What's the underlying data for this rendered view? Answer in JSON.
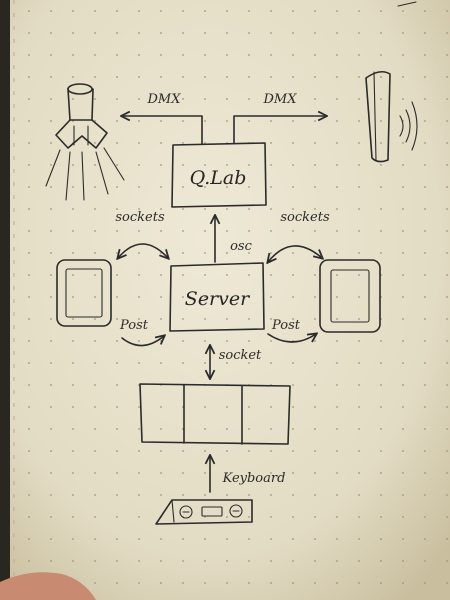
{
  "nodes": {
    "qlab": "Q.Lab",
    "server": "Server"
  },
  "edges": {
    "dmx_left": "DMX",
    "dmx_right": "DMX",
    "osc": "osc",
    "sockets_left": "sockets",
    "sockets_right": "sockets",
    "post_left": "Post",
    "post_right": "Post",
    "socket_bottom": "socket",
    "keyboard": "Keyboard"
  },
  "colors": {
    "paper": "#e9e3cf",
    "ink": "#2b2b2b"
  }
}
